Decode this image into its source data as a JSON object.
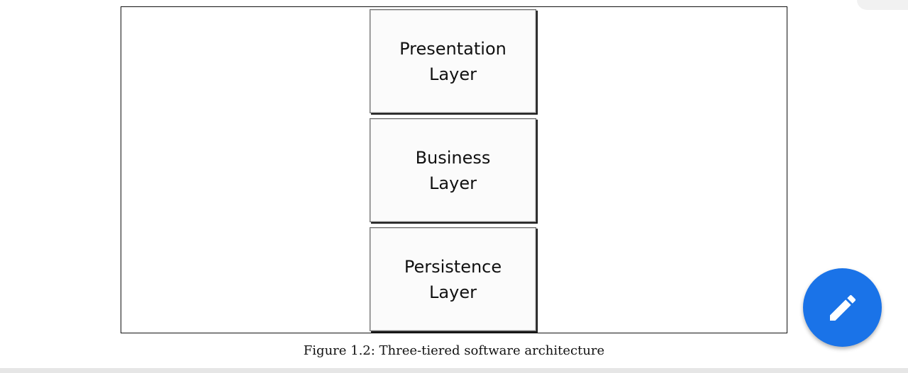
{
  "figure": {
    "layers": [
      {
        "label": "Presentation\nLayer"
      },
      {
        "label": "Business\nLayer"
      },
      {
        "label": "Persistence\nLayer"
      }
    ],
    "caption": "Figure 1.2: Three-tiered software architecture"
  },
  "fab": {
    "icon": "pencil-icon",
    "color": "#1a73e8"
  }
}
